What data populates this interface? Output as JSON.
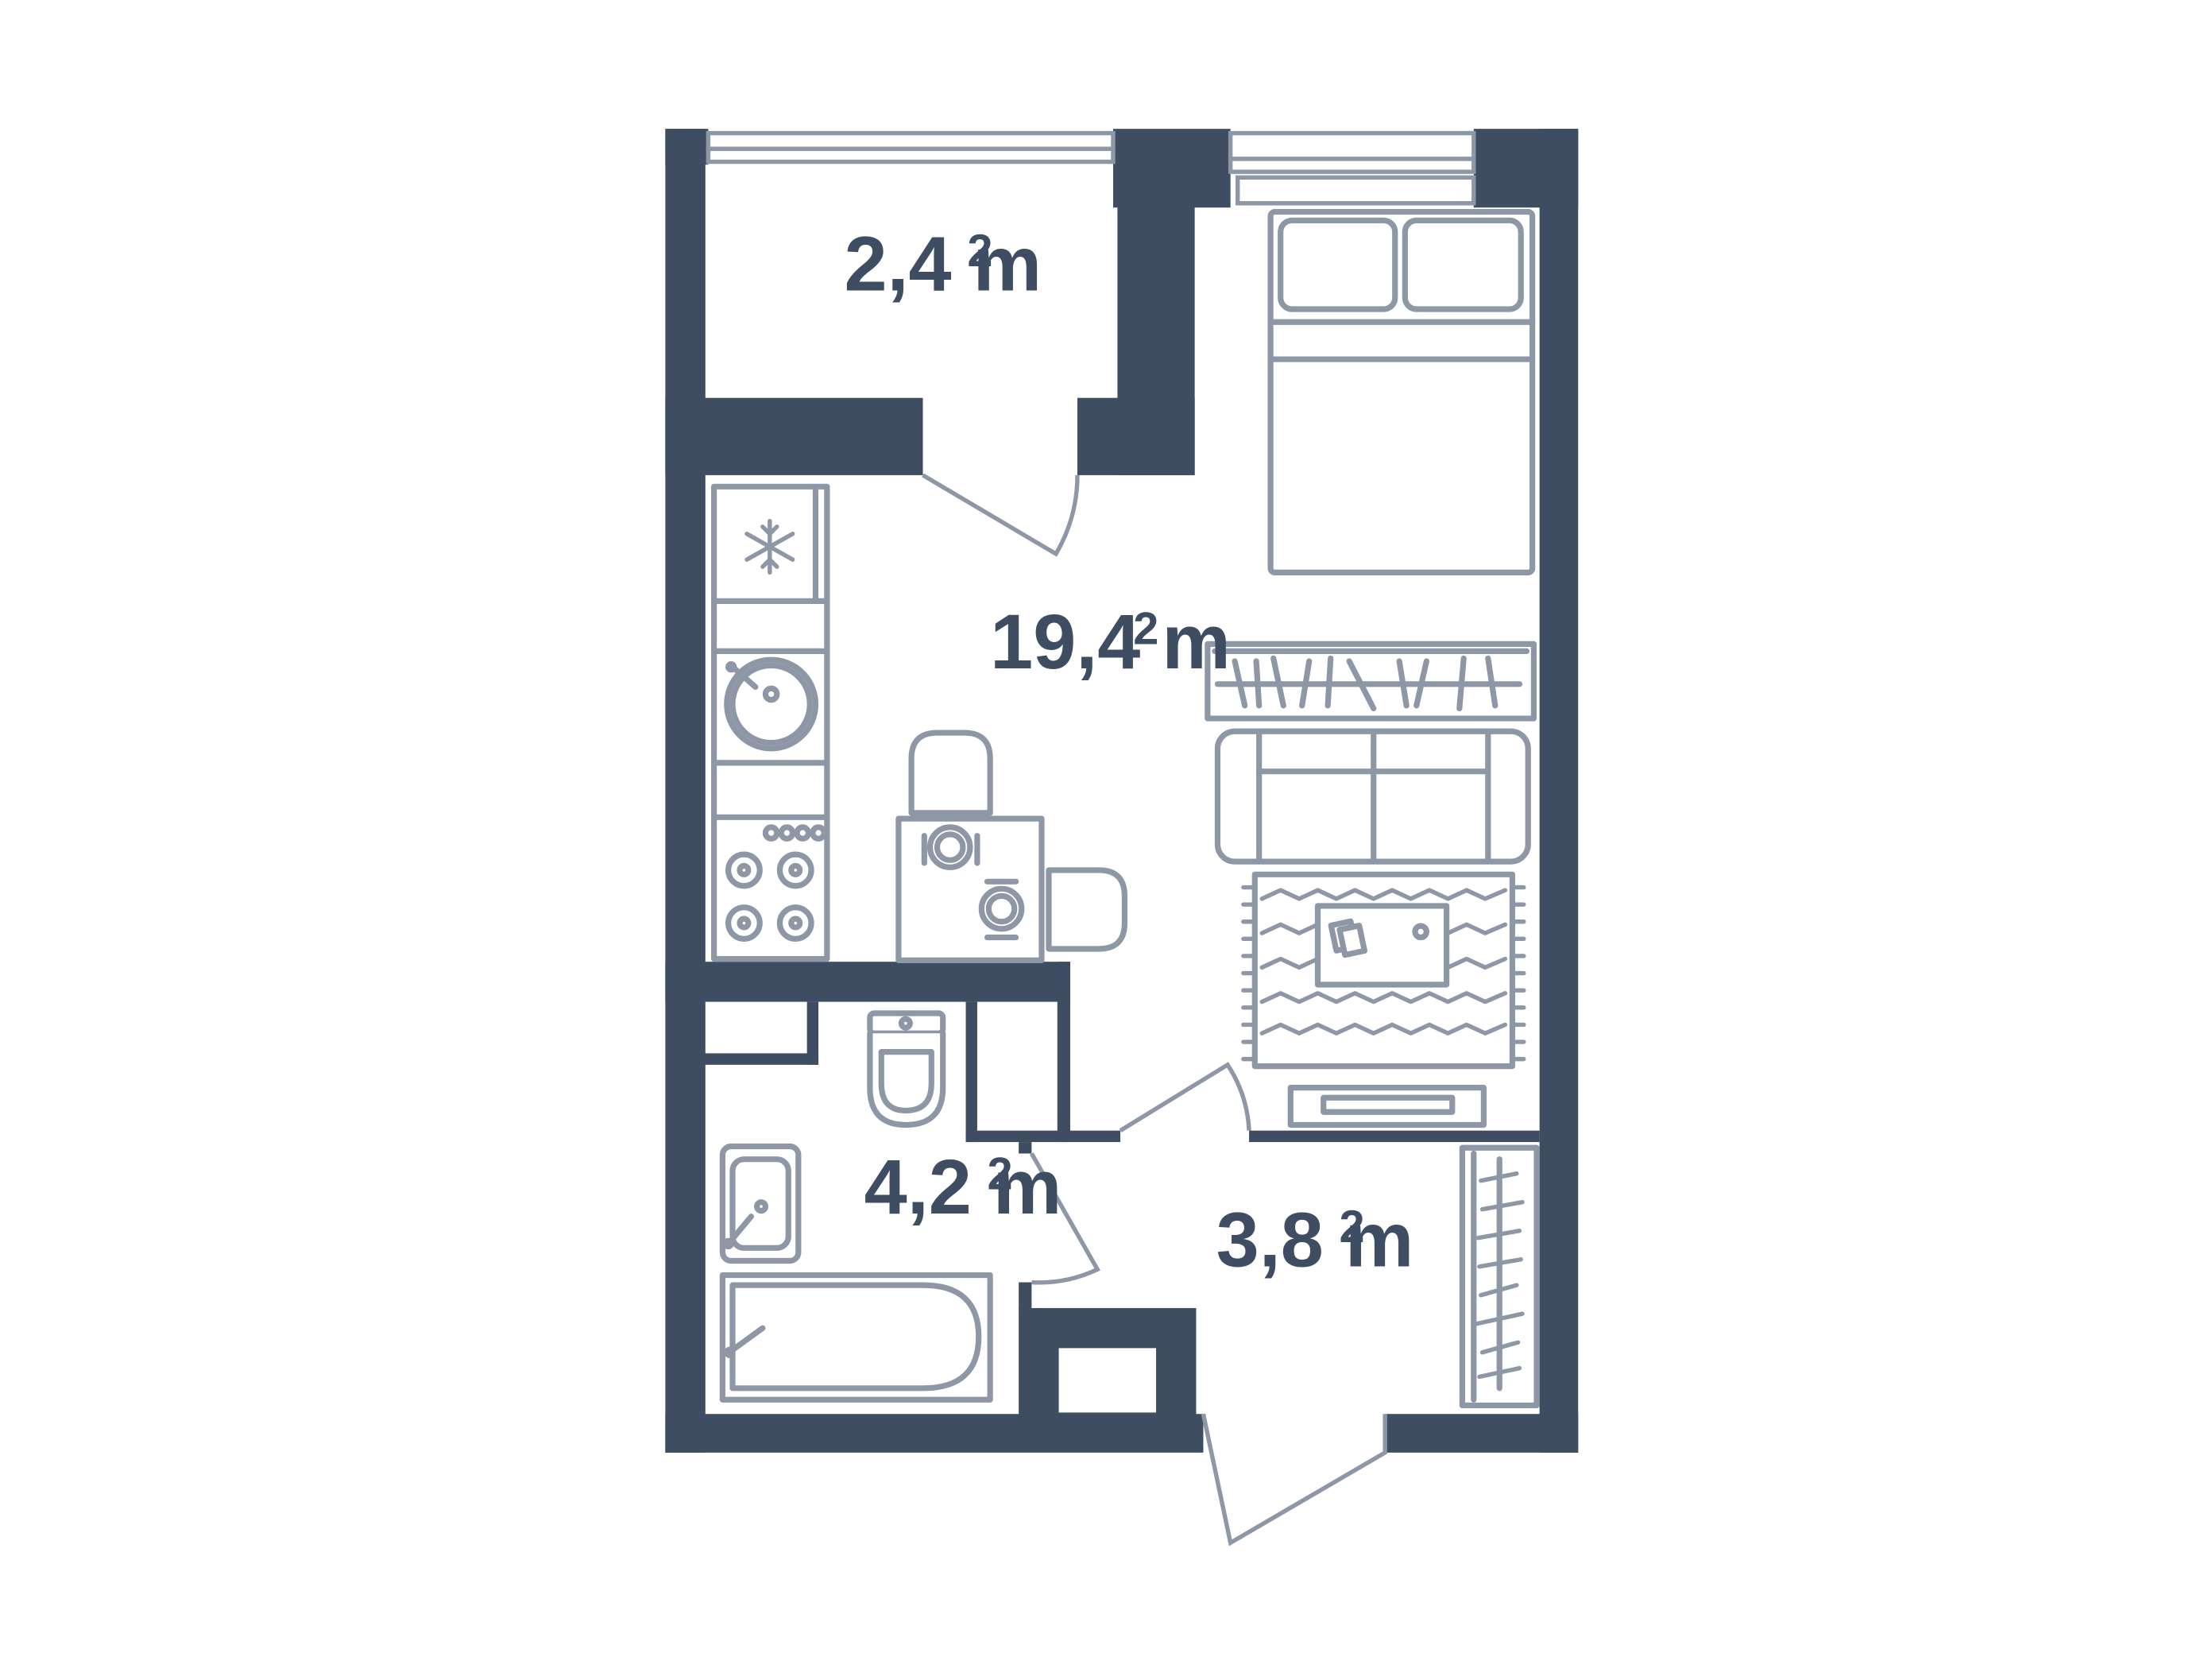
{
  "colors": {
    "wall": "#3f4d63",
    "line": "#8e97a6",
    "background": "#ffffff"
  },
  "rooms": {
    "balcony": {
      "area": "2,4 m",
      "unit_exp": "2"
    },
    "studio": {
      "area": "19,4 m",
      "unit_exp": "2"
    },
    "bathroom": {
      "area": "4,2 m",
      "unit_exp": "2"
    },
    "hallway": {
      "area": "3,8 m",
      "unit_exp": "2"
    }
  },
  "icons": [
    "snowflake-icon",
    "sink-icon",
    "stove-icon",
    "toilet-icon",
    "bathtub-icon",
    "bed-icon",
    "sofa-icon"
  ]
}
